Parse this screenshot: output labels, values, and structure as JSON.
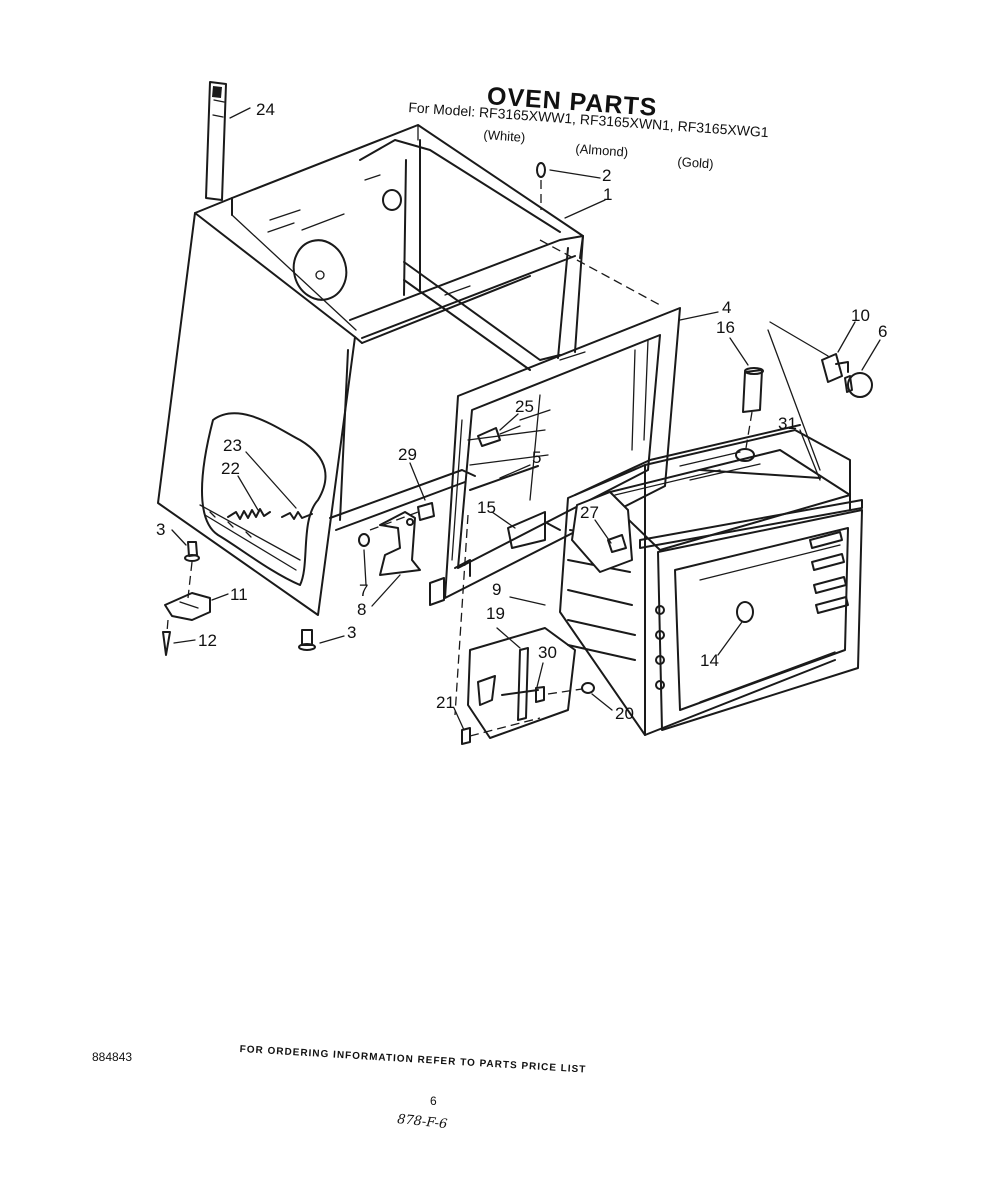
{
  "header": {
    "title": "OVEN PARTS",
    "for_model": "For Model: RF3165XWW1, RF3165XWN1, RF3165XWG1",
    "color_white": "(White)",
    "color_almond": "(Almond)",
    "color_gold": "(Gold)"
  },
  "callouts": {
    "c1": "1",
    "c2": "2",
    "c3a": "3",
    "c3b": "3",
    "c4": "4",
    "c5": "5",
    "c6": "6",
    "c7": "7",
    "c8": "8",
    "c9": "9",
    "c10": "10",
    "c11": "11",
    "c12": "12",
    "c14": "14",
    "c15": "15",
    "c16": "16",
    "c19": "19",
    "c20": "20",
    "c21": "21",
    "c22": "22",
    "c23": "23",
    "c24": "24",
    "c25": "25",
    "c27": "27",
    "c29": "29",
    "c30": "30",
    "c31": "31"
  },
  "footer": {
    "doc_number": "884843",
    "ordering_note": "FOR ORDERING INFORMATION REFER TO PARTS PRICE LIST",
    "page_number": "6",
    "handwritten_note": "878-F-6"
  }
}
